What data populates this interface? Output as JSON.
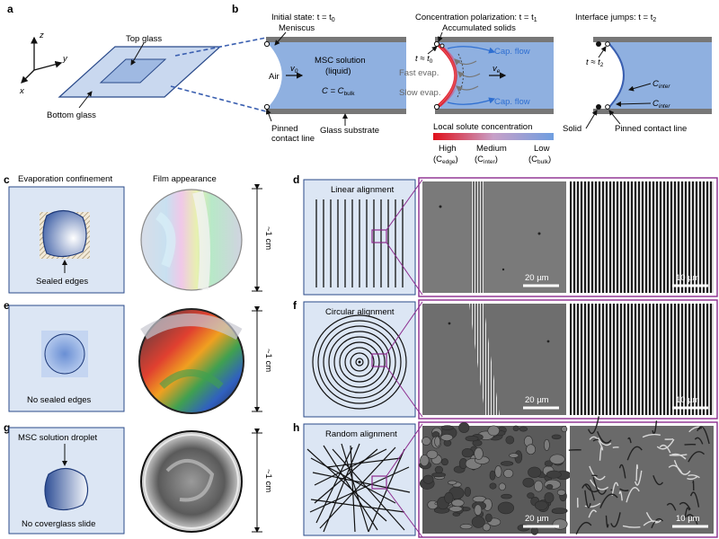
{
  "panels": {
    "a": "a",
    "b": "b",
    "c": "c",
    "d": "d",
    "e": "e",
    "f": "f",
    "g": "g",
    "h": "h"
  },
  "panel_a": {
    "axis_z": "z",
    "axis_y": "y",
    "axis_x": "x",
    "top_glass": "Top glass",
    "bottom_glass": "Bottom glass"
  },
  "panel_b": {
    "initial_state": "Initial state: t = t",
    "initial_sub": "0",
    "concentration_polarization": "Concentration polarization: t = t",
    "cp_sub": "1",
    "interface_jumps": "Interface jumps: t = t",
    "ij_sub": "2",
    "meniscus": "Meniscus",
    "air": "Air",
    "v0": "v",
    "v0_sub": "0",
    "msc_solution": "MSC solution",
    "liquid": "(liquid)",
    "c_eq": "C = C",
    "c_eq_sub": "bulk",
    "pinned_contact_line": "Pinned",
    "pinned_contact_line2": "contact line",
    "glass_substrate": "Glass substrate",
    "accumulated_solids": "Accumulated solids",
    "t_approx_t0": "t ≈ t",
    "t_approx_t0_sub": "0",
    "cap_flow": "Cap. flow",
    "fast_evap": "Fast evap.",
    "slow_evap": "Slow evap.",
    "ve": "v",
    "ve_sub": "e",
    "local_solute": "Local solute concentration",
    "high": "High",
    "high_sub": "(C",
    "high_subsub": "edge",
    "medium": "Medium",
    "medium_sub": "(C",
    "medium_subsub": "inter",
    "low": "Low",
    "low_sub": "(C",
    "low_subsub": "bulk",
    "close_paren": ")",
    "t_approx_t2": "t ≈ t",
    "t_approx_t2_sub": "2",
    "c_inter": "C",
    "c_inter_sub": "inter",
    "solid": "Solid",
    "pinned_contact_line_b": "Pinned contact line"
  },
  "panel_c": {
    "evaporation_confinement": "Evaporation confinement",
    "film_appearance": "Film appearance",
    "sealed_edges": "Sealed edges",
    "scale": "~1 cm"
  },
  "panel_d": {
    "title": "Linear alignment",
    "scale1": "20 µm",
    "scale2": "10 µm"
  },
  "panel_e": {
    "no_sealed_edges": "No sealed edges",
    "scale": "~1 cm"
  },
  "panel_f": {
    "title": "Circular alignment",
    "scale1": "20 µm",
    "scale2": "10 µm"
  },
  "panel_g": {
    "droplet": "MSC solution droplet",
    "no_coverglass": "No coverglass slide",
    "scale": "~1 cm"
  },
  "panel_h": {
    "title": "Random alignment",
    "scale1": "20 µm",
    "scale2": "10 µm"
  },
  "colors": {
    "light_blue_bg": "#dce6f4",
    "solution_blue": "#8fb0e0",
    "magenta_frame": "#8b2a8e",
    "cap_flow_text": "#2f6fd1"
  }
}
